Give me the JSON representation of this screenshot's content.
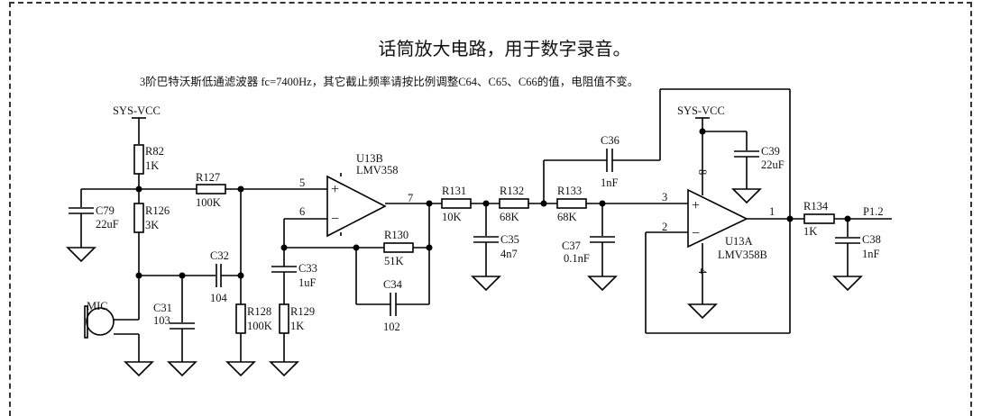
{
  "title": "话筒放大电路，用于数字录音。",
  "subtitle": "3阶巴特沃斯低通滤波器 fc=7400Hz，其它截止频率请按比例调整C64、C65、C66的值，电阻值不变。",
  "nets": {
    "vcc_left": "SYS-VCC",
    "vcc_right": "SYS-VCC",
    "output": "P1.2"
  },
  "mic": {
    "label": "MIC"
  },
  "opamps": {
    "u13b": {
      "ref": "U13B",
      "part": "LMV358",
      "pin_plus": "5",
      "pin_minus": "6",
      "pin_out": "7",
      "plus_sign": "+",
      "minus_sign": "−"
    },
    "u13a": {
      "ref": "U13A",
      "part": "LMV358B",
      "pin_plus": "3",
      "pin_minus": "2",
      "pin_out": "1",
      "pin_vcc": "8",
      "pin_gnd": "4",
      "plus_sign": "+",
      "minus_sign": "−"
    }
  },
  "resistors": {
    "r82": {
      "ref": "R82",
      "value": "1K"
    },
    "r126": {
      "ref": "R126",
      "value": "3K"
    },
    "r127": {
      "ref": "R127",
      "value": "100K"
    },
    "r128": {
      "ref": "R128",
      "value": "100K"
    },
    "r129": {
      "ref": "R129",
      "value": "1K"
    },
    "r130": {
      "ref": "R130",
      "value": "51K"
    },
    "r131": {
      "ref": "R131",
      "value": "10K"
    },
    "r132": {
      "ref": "R132",
      "value": "68K"
    },
    "r133": {
      "ref": "R133",
      "value": "68K"
    },
    "r134": {
      "ref": "R134",
      "value": "1K"
    }
  },
  "capacitors": {
    "c79": {
      "ref": "C79",
      "value": "22uF"
    },
    "c31": {
      "ref": "C31",
      "value": "103"
    },
    "c32": {
      "ref": "C32",
      "value": "104"
    },
    "c33": {
      "ref": "C33",
      "value": "1uF"
    },
    "c34": {
      "ref": "C34",
      "value": "102"
    },
    "c35": {
      "ref": "C35",
      "value": "4n7"
    },
    "c36": {
      "ref": "C36",
      "value": "1nF"
    },
    "c37": {
      "ref": "C37",
      "value": "0.1nF"
    },
    "c38": {
      "ref": "C38",
      "value": "1nF"
    },
    "c39": {
      "ref": "C39",
      "value": "22uF"
    }
  }
}
